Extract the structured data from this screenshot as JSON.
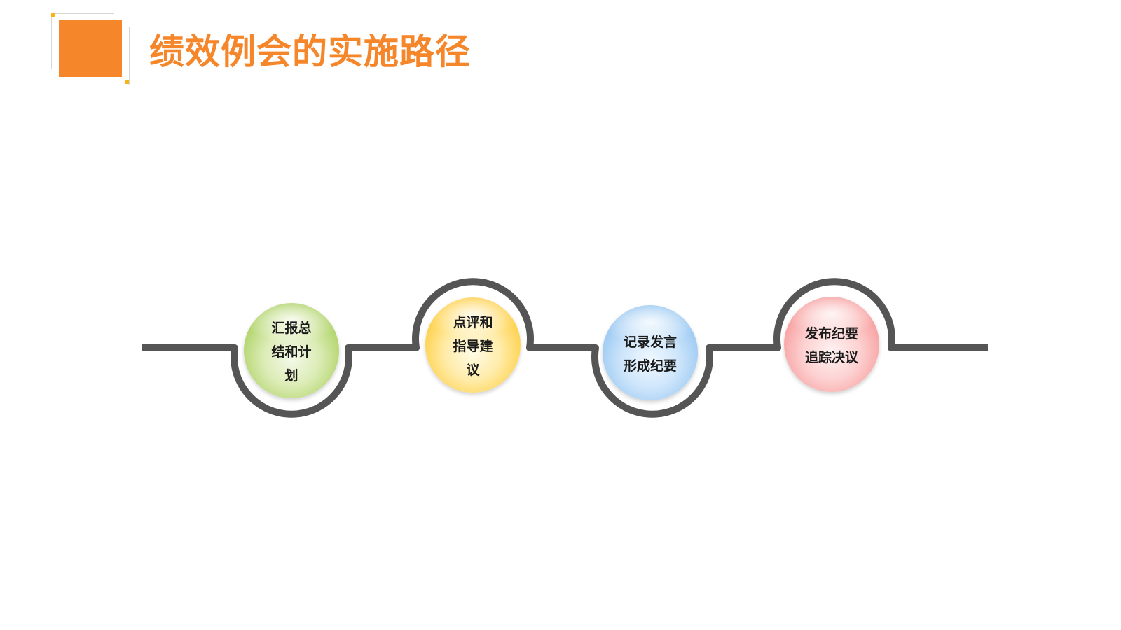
{
  "title": "绩效例会的实施路径",
  "colors": {
    "accent": "#f5862a",
    "accent_dot": "#f8b417",
    "path_line": "#555555",
    "divider": "#b8b8b8"
  },
  "steps": [
    {
      "color": "green",
      "lines": [
        "汇报总",
        "结和计",
        "划"
      ]
    },
    {
      "color": "yellow",
      "lines": [
        "点评和",
        "指导建",
        "议"
      ]
    },
    {
      "color": "blue",
      "lines": [
        "记录发言",
        "形成纪要"
      ]
    },
    {
      "color": "red",
      "lines": [
        "发布纪要",
        "追踪决议"
      ]
    }
  ]
}
